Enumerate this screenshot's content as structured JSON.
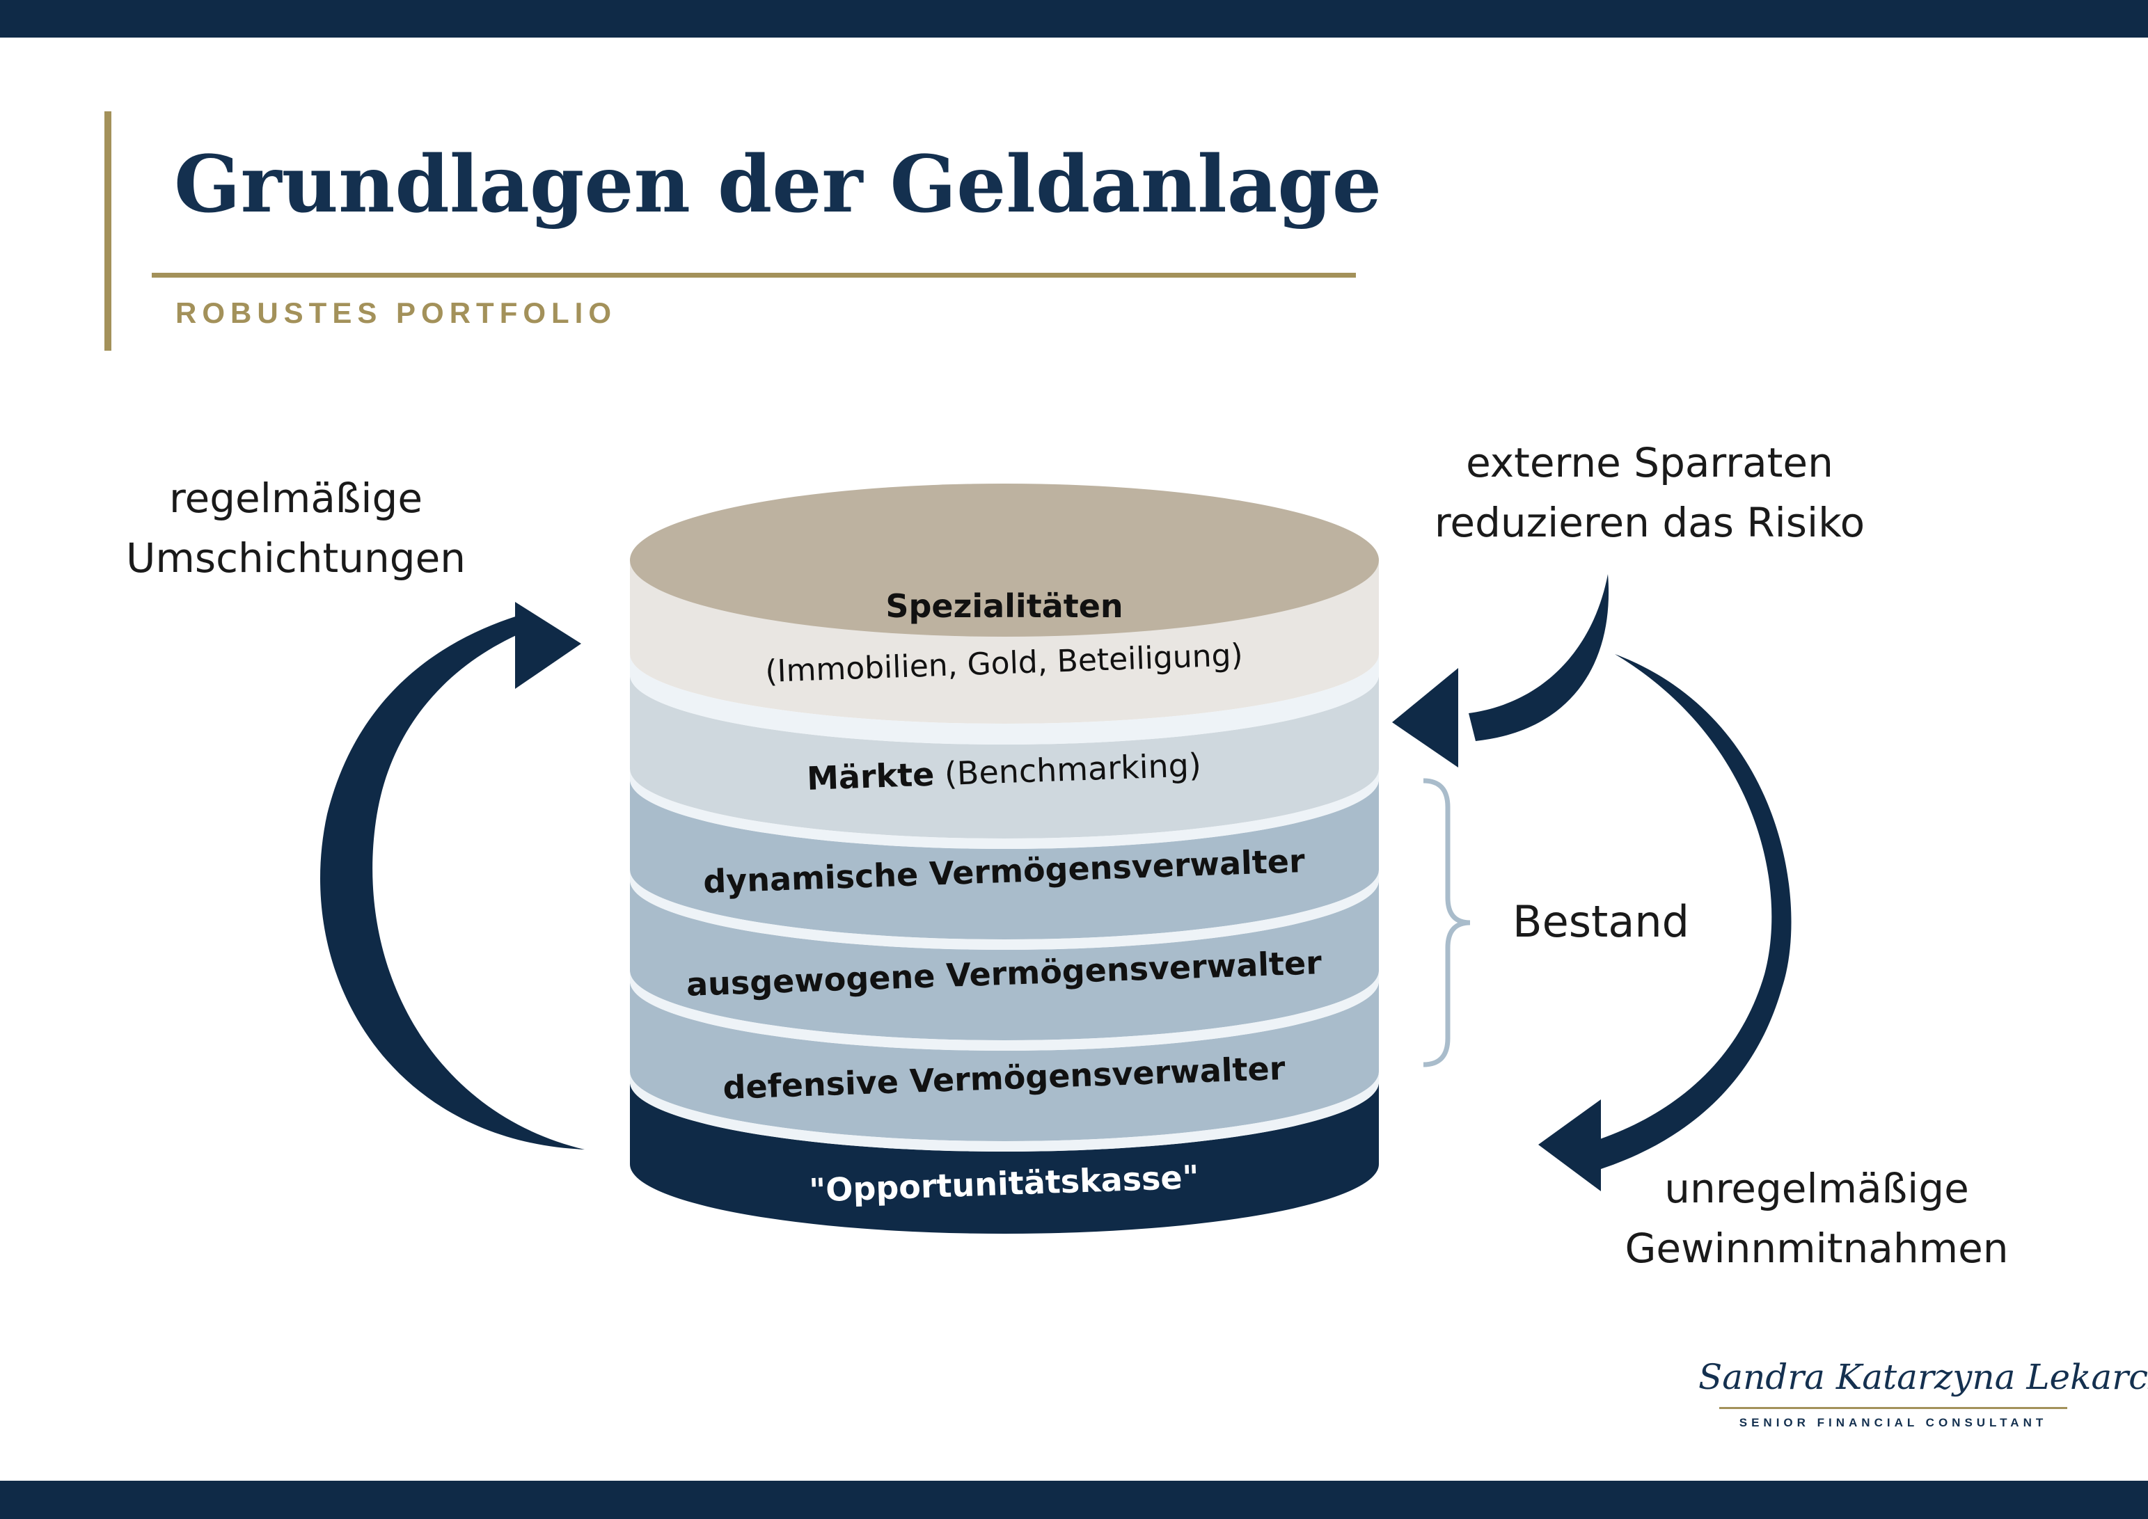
{
  "header": {
    "title": "Grundlagen der Geldanlage",
    "subtitle": "ROBUSTES PORTFOLIO"
  },
  "side_labels": {
    "left_top_line1": "regelmäßige",
    "left_top_line2": "Umschichtungen",
    "right_top_line1": "externe Sparraten",
    "right_top_line2": "reduzieren das Risiko",
    "bestand": "Bestand",
    "right_bottom_line1": "unregelmäßige",
    "right_bottom_line2": "Gewinnmitnahmen"
  },
  "layers": {
    "spezialitaeten_title": "Spezialitäten",
    "spezialitaeten_detail": "(Immobilien, Gold, Beteiligung)",
    "maerkte_title": "Märkte",
    "maerkte_detail": "(Benchmarking)",
    "dynamisch": "dynamische Vermögensverwalter",
    "ausgewogen": "ausgewogene Vermögensverwalter",
    "defensiv": "defensive Vermögensverwalter",
    "kasse": "\"Opportunitätskasse\""
  },
  "colors": {
    "navy": "#0f2a47",
    "gold": "#a3915a",
    "top_ellipse": "#bdb2a0",
    "spezialitaeten": "#e9e6e2",
    "maerkte": "#cfd8de",
    "verwalter": "#a9bccb",
    "separator": "#eef3f7"
  },
  "footer": {
    "name": "Sandra Katarzyna Lekarczyk",
    "role": "SENIOR FINANCIAL CONSULTANT"
  }
}
